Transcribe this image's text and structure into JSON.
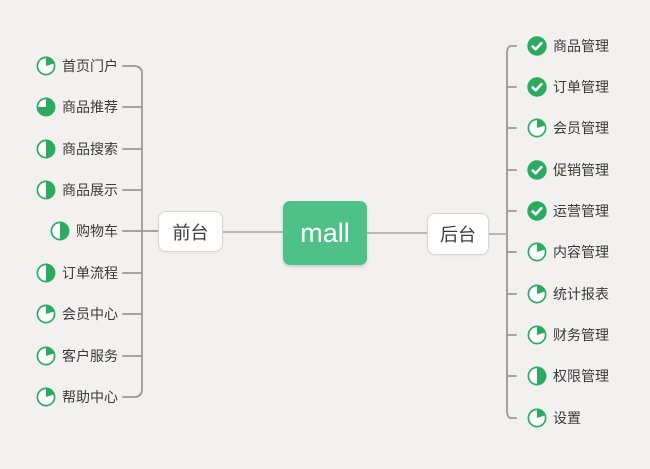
{
  "app": {
    "background": "#f2f1ef"
  },
  "center": {
    "label": "mall",
    "color": "#4ec189",
    "text_color": "#ffffff"
  },
  "branches": {
    "left": {
      "label": "前台",
      "items": [
        {
          "label": "首页门户",
          "progress": 0.2
        },
        {
          "label": "商品推荐",
          "progress": 0.75
        },
        {
          "label": "商品搜索",
          "progress": 0.5
        },
        {
          "label": "商品展示",
          "progress": 0.5
        },
        {
          "label": "购物车",
          "progress": 0.5
        },
        {
          "label": "订单流程",
          "progress": 0.5
        },
        {
          "label": "会员中心",
          "progress": 0.2
        },
        {
          "label": "客户服务",
          "progress": 0.2
        },
        {
          "label": "帮助中心",
          "progress": 0.2
        }
      ]
    },
    "right": {
      "label": "后台",
      "items": [
        {
          "label": "商品管理",
          "progress": "done"
        },
        {
          "label": "订单管理",
          "progress": "done"
        },
        {
          "label": "会员管理",
          "progress": 0.2
        },
        {
          "label": "促销管理",
          "progress": "done"
        },
        {
          "label": "运营管理",
          "progress": "done"
        },
        {
          "label": "内容管理",
          "progress": 0.2
        },
        {
          "label": "统计报表",
          "progress": 0.2
        },
        {
          "label": "财务管理",
          "progress": 0.2
        },
        {
          "label": "权限管理",
          "progress": 0.5
        },
        {
          "label": "设置",
          "progress": 0.2
        }
      ]
    }
  },
  "colors": {
    "icon_green": "#2bab60",
    "spine_line": "#999999",
    "node_line": "#b7b7b7",
    "label_color": "#3a3a3a",
    "branch_node_bg": "#fdfdfd",
    "branch_node_border": "#d8d6d2"
  }
}
